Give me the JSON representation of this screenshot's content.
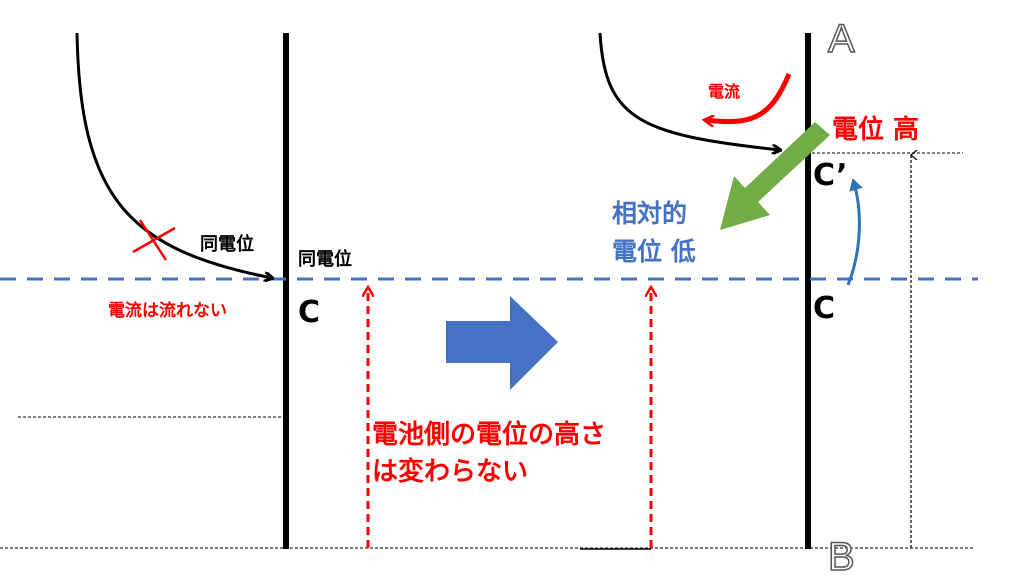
{
  "labels": {
    "same_potential_left": "同電位",
    "same_potential_right": "同電位",
    "no_current": "電流は流れない",
    "c_left": "C",
    "current": "電流",
    "potential_high": "電位 高",
    "relative_line1": "相対的",
    "relative_line2": "電位 低",
    "c_prime": "C’",
    "c_right": "C",
    "battery_line1": "電池側の電位の高さ",
    "battery_line2": "は変わらない",
    "point_a": "A",
    "point_b": "B"
  },
  "colors": {
    "red": "#ff0000",
    "blue_text": "#4472c4",
    "dashed_blue": "#4472c4",
    "green": "#70ad47",
    "arc_blue": "#2e75b6",
    "big_arrow": "#4472c4"
  }
}
